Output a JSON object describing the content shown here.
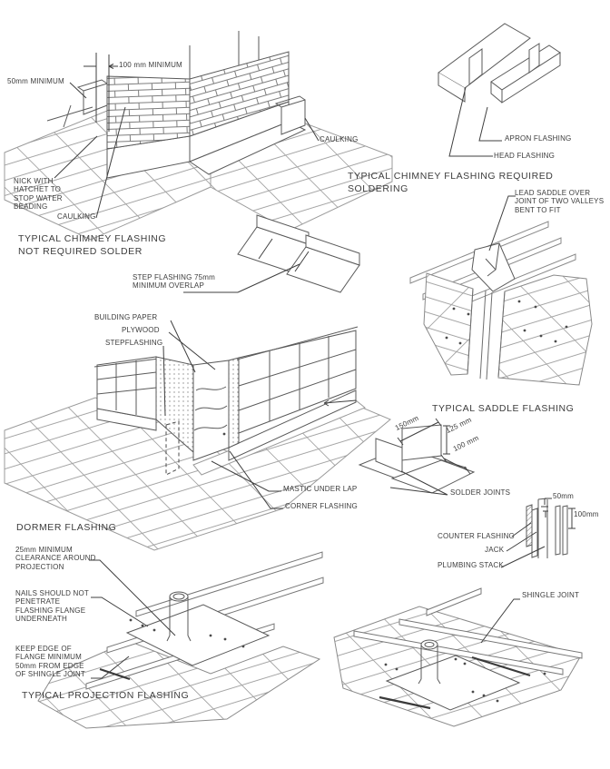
{
  "palette": {
    "line": "#5a5a5a",
    "light_line": "#9b9b9b",
    "dark_line": "#3f3f3f",
    "text": "#3c3c3c",
    "background": "#ffffff"
  },
  "diagrams": {
    "chimney_unsoldered": {
      "title": "TYPICAL CHIMNEY FLASHING\nNOT REQUIRED SOLDER",
      "labels": {
        "dim_100mm": "100 mm MINIMUM",
        "dim_50mm": "50mm MINIMUM",
        "nick_note": "NICK WITH\nHATCHET TO\nSTOP WATER\nBEADING",
        "caulking_left": "CAULKING",
        "caulking_right": "CAULKING"
      }
    },
    "chimney_soldered": {
      "title": "TYPICAL CHIMNEY FLASHING REQUIRED SOLDERING",
      "labels": {
        "apron": "APRON FLASHING",
        "head": "HEAD FLASHING"
      }
    },
    "step_flashing": {
      "labels": {
        "note": "STEP FLASHING 75mm\nMINIMUM OVERLAP"
      }
    },
    "saddle": {
      "title": "TYPICAL SADDLE FLASHING",
      "labels": {
        "lead_saddle": "LEAD SADDLE OVER\nJOINT OF TWO VALLEYS\nBENT TO FIT"
      }
    },
    "dormer": {
      "title": "DORMER FLASHING",
      "labels": {
        "building_paper": "BUILDING PAPER",
        "plywood": "PLYWOOD",
        "stepflashing": "STEPFLASHING",
        "mastic": "MASTIC UNDER LAP",
        "corner": "CORNER FLASHING"
      }
    },
    "corner_flashing": {
      "labels": {
        "dim_150": "150mm",
        "dim_125": "125 mm",
        "dim_100": "100 mm",
        "solder_joints": "SOLDER JOINTS"
      }
    },
    "stack_flashing": {
      "labels": {
        "dim_50": "50mm",
        "dim_100": "100mm",
        "counter": "COUNTER FLASHING",
        "jack": "JACK",
        "stack": "PLUMBING STACK"
      }
    },
    "projection": {
      "title": "TYPICAL PROJECTION FLASHING",
      "labels": {
        "clearance": "25mm MINIMUM\nCLEARANCE AROUND\nPROJECTION",
        "nails": "NAILS SHOULD NOT\nPENETRATE\nFLASHING FLANGE\nUNDERNEATH",
        "keep_edge": "KEEP EDGE OF\nFLANGE MINIMUM\n50mm FROM EDGE\nOF SHINGLE JOINT"
      }
    },
    "shingle_stack": {
      "labels": {
        "shingle_joint": "SHINGLE JOINT"
      }
    }
  }
}
